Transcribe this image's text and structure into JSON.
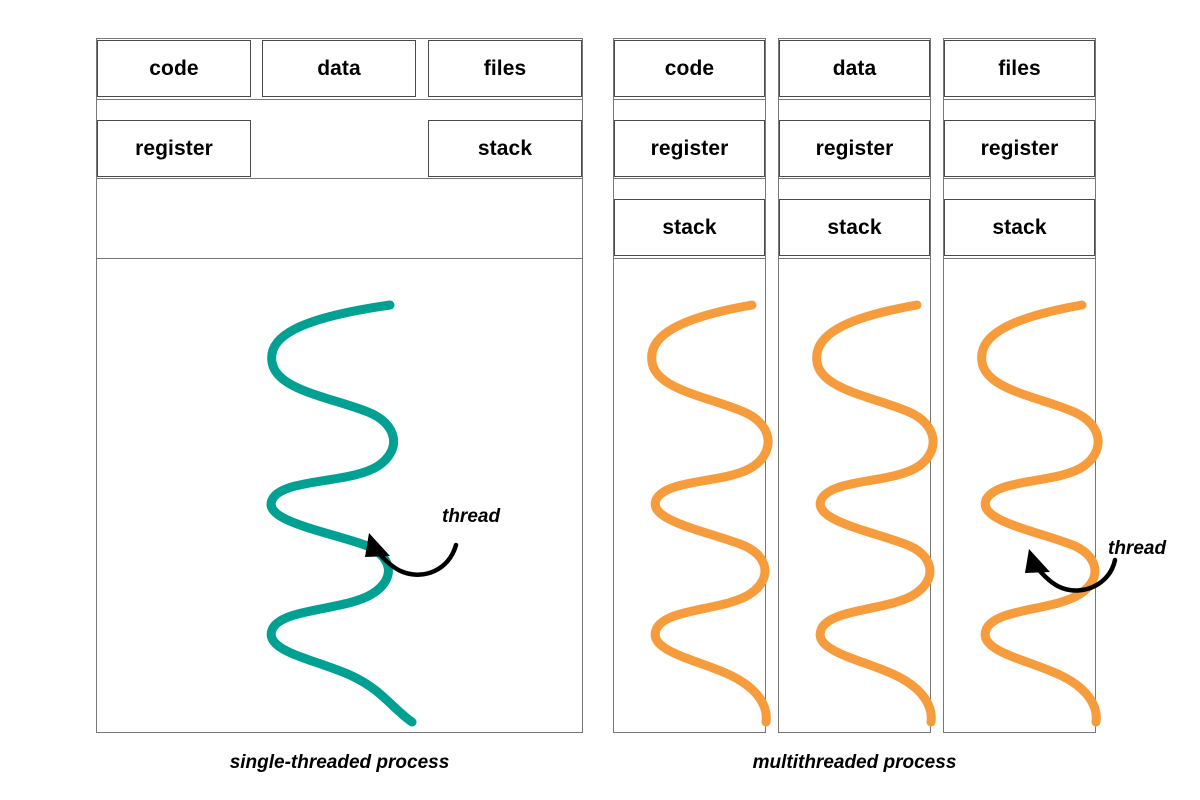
{
  "diagram": {
    "title_left": "single-threaded process",
    "title_right": "multithreaded process",
    "colors": {
      "thread_single": "#00a092",
      "thread_multi": "#f79c3c",
      "box_border": "#4a4a4a",
      "panel_border": "#777777",
      "text": "#000000",
      "background": "#ffffff"
    }
  },
  "single_threaded": {
    "row1": [
      {
        "label": "code"
      },
      {
        "label": "data"
      },
      {
        "label": "files"
      }
    ],
    "row2": [
      {
        "label": "register"
      },
      {
        "label": "stack"
      }
    ],
    "annotation": {
      "label": "thread",
      "arrow": "curved-arrow-pointing-up-left"
    }
  },
  "multithreaded": {
    "columns": [
      {
        "header": "code",
        "register": "register",
        "stack": "stack"
      },
      {
        "header": "data",
        "register": "register",
        "stack": "stack"
      },
      {
        "header": "files",
        "register": "register",
        "stack": "stack"
      }
    ],
    "annotation": {
      "label": "thread",
      "arrow": "curved-arrow-pointing-up-left"
    }
  }
}
